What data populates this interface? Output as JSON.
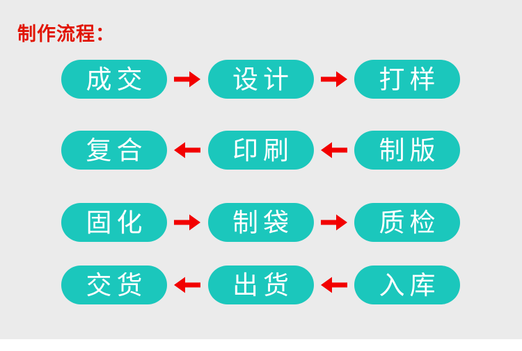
{
  "page": {
    "title": "制作流程："
  },
  "colors": {
    "background": "#ebebeb",
    "pill": "#1bc7bc",
    "pill_text": "#ffffff",
    "arrow": "#f20000",
    "title": "#e11505",
    "footer_strip": "#ffffff"
  },
  "flow": {
    "rows": [
      {
        "direction": "right",
        "steps": [
          "成交",
          "设计",
          "打样"
        ]
      },
      {
        "direction": "left",
        "steps": [
          "复合",
          "印刷",
          "制版"
        ]
      },
      {
        "direction": "right",
        "steps": [
          "固化",
          "制袋",
          "质检"
        ]
      },
      {
        "direction": "left",
        "steps": [
          "交货",
          "出货",
          "入库"
        ]
      }
    ]
  }
}
